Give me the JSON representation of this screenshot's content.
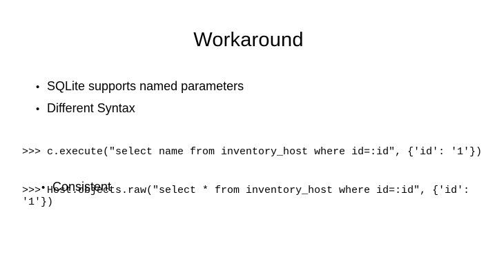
{
  "slide": {
    "title": "Workaround",
    "bullets": [
      {
        "text": "SQLite supports named parameters"
      },
      {
        "text": "Different Syntax"
      }
    ],
    "code_lines": [
      ">>> c.execute(\"select name from inventory_host where id=:id\", {'id': '1'})",
      ">>> Host.objects.raw(\"select * from inventory_host where id=:id\", {'id': '1'})"
    ],
    "sub_bullets": [
      {
        "text": "Consistent"
      }
    ],
    "bullet_glyph": "•"
  }
}
